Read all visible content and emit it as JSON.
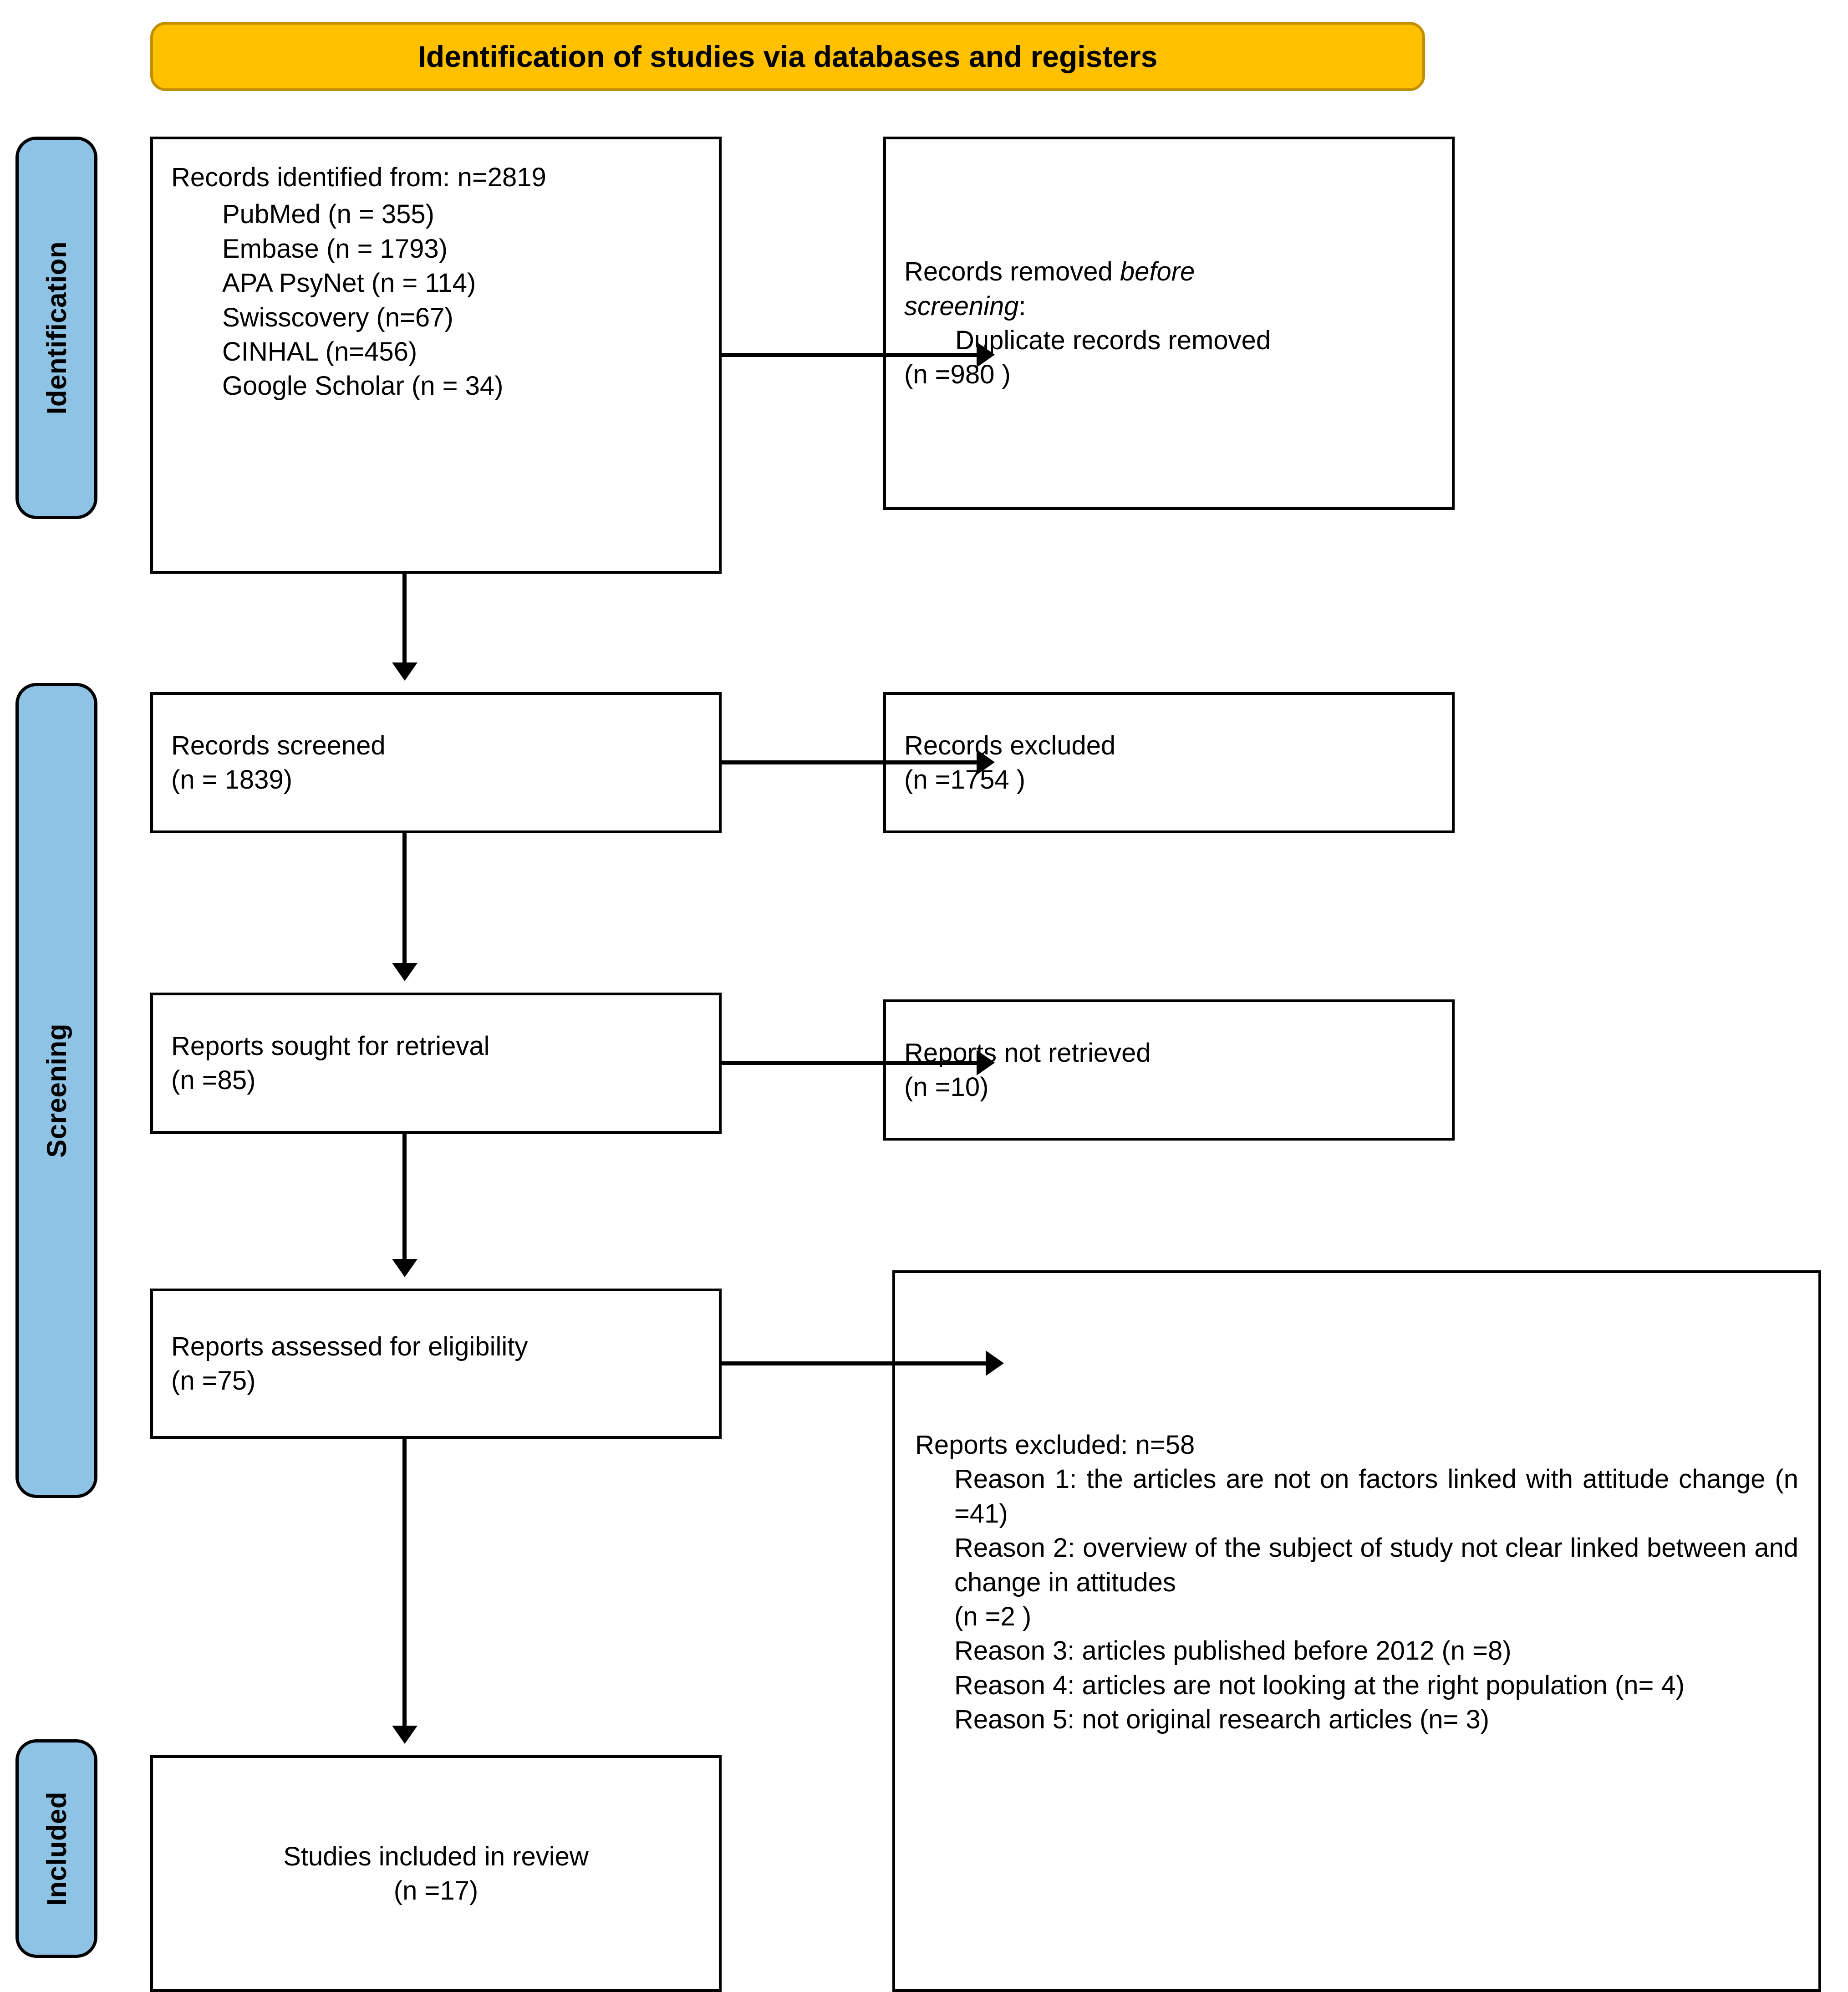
{
  "banner": {
    "title": "Identification of studies via databases and registers"
  },
  "stages": [
    {
      "key": "identification",
      "label": "Identification"
    },
    {
      "key": "screening",
      "label": "Screening"
    },
    {
      "key": "included",
      "label": "Included"
    }
  ],
  "colors": {
    "banner_fill": "#ffc000",
    "banner_border": "#bf8f00",
    "stage_fill": "#8ec3e6",
    "box_border": "#000000",
    "box_fill": "#ffffff",
    "text": "#000000"
  },
  "boxes": {
    "identified": {
      "heading": "Records identified from: n=2819",
      "sources": [
        "PubMed (n = 355)",
        "Embase (n = 1793)",
        "APA PsyNet (n = 114)",
        "Swisscovery (n=67)",
        "CINHAL (n=456)",
        "Google Scholar (n = 34)"
      ]
    },
    "removed": {
      "line1_prefix": "Records removed ",
      "line1_italic": "before",
      "line2_italic": "screening",
      "line2_suffix": ":",
      "detail": "Duplicate records removed",
      "detail_count": "(n =980 )"
    },
    "screened": {
      "label": "Records screened",
      "count": "(n = 1839)"
    },
    "excluded": {
      "label": "Records excluded",
      "count": "(n =1754 )"
    },
    "sought": {
      "label": "Reports sought for retrieval",
      "count": "(n =85)"
    },
    "not_retrieved": {
      "label": "Reports not retrieved",
      "count": "(n =10)"
    },
    "assessed": {
      "label": "Reports assessed for eligibility",
      "count": "(n =75)"
    },
    "reports_excluded": {
      "heading": "Reports excluded: n=58",
      "reasons": [
        "Reason 1: the articles are not on factors linked with attitude change (n =41)",
        "Reason 2: overview of the subject of study not clear linked between and change in attitudes",
        "(n =2 )",
        "Reason 3: articles published before 2012 (n =8)",
        "Reason 4: articles are not looking at the right population (n= 4)",
        "Reason 5: not original research articles (n= 3)"
      ]
    },
    "included": {
      "label": "Studies included in review",
      "count": "(n =17)"
    }
  }
}
